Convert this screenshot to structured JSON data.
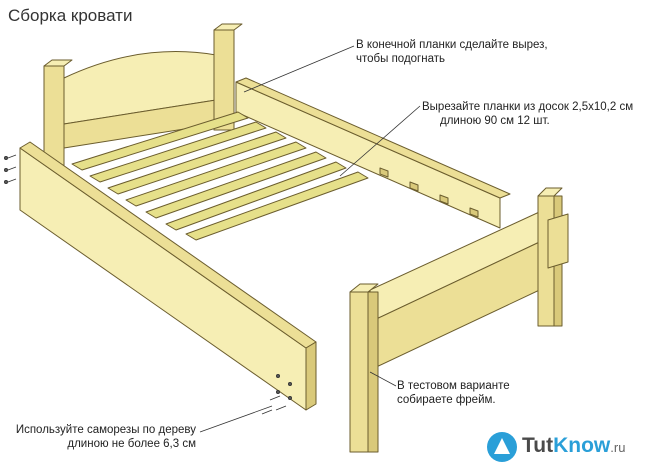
{
  "title": "Сборка кровати",
  "callouts": [
    {
      "lines": [
        "В конечной планки сделайте вырез,",
        "чтобы подогнать"
      ]
    },
    {
      "lines": [
        "Вырезайте планки из досок 2,5х10,2 см",
        "длиною 90 см 12 шт."
      ]
    },
    {
      "lines": [
        "В тестовом варианте",
        "собираете фрейм."
      ]
    },
    {
      "lines": [
        "Используйте саморезы по дереву",
        "длиною не более 6,3 см"
      ]
    }
  ],
  "watermark": {
    "name_part1": "Tut",
    "name_part2": "Know",
    "suffix": ".ru"
  },
  "colors": {
    "wood_light": "#f6eeb4",
    "wood_mid": "#ecdf96",
    "wood_dark": "#d9c97a",
    "slat": "#e6e08a",
    "outline": "#6b5d2e",
    "accent": "#2a9fd8"
  }
}
